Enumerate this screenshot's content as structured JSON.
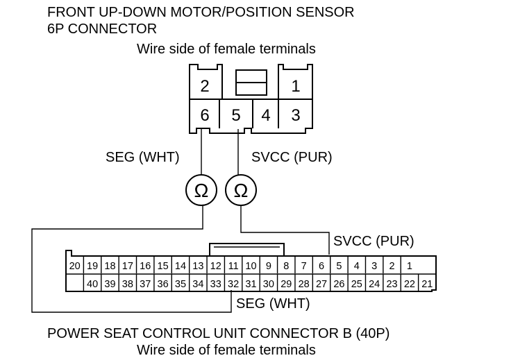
{
  "top": {
    "title_line1": "FRONT UP-DOWN MOTOR/POSITION SENSOR",
    "title_line2": "6P CONNECTOR",
    "subtitle": "Wire side of female terminals",
    "pins": [
      "2",
      "1",
      "6",
      "5",
      "4",
      "3"
    ]
  },
  "wires": {
    "seg_top_label": "SEG (WHT)",
    "svcc_top_label": "SVCC (PUR)",
    "svcc_bottom_label": "SVCC (PUR)",
    "seg_bottom_label": "SEG (WHT)",
    "meter_symbol": "Ω"
  },
  "bottom": {
    "title": "POWER SEAT CONTROL UNIT CONNECTOR B (40P)",
    "subtitle": "Wire side of female terminals",
    "row1": [
      "20",
      "19",
      "18",
      "17",
      "16",
      "15",
      "14",
      "13",
      "12",
      "11",
      "10",
      "9",
      "8",
      "7",
      "6",
      "5",
      "4",
      "3",
      "2",
      "1"
    ],
    "row2": [
      "",
      "40",
      "39",
      "38",
      "37",
      "36",
      "35",
      "34",
      "33",
      "32",
      "31",
      "30",
      "29",
      "28",
      "27",
      "26",
      "25",
      "24",
      "23",
      "22",
      "21"
    ]
  }
}
